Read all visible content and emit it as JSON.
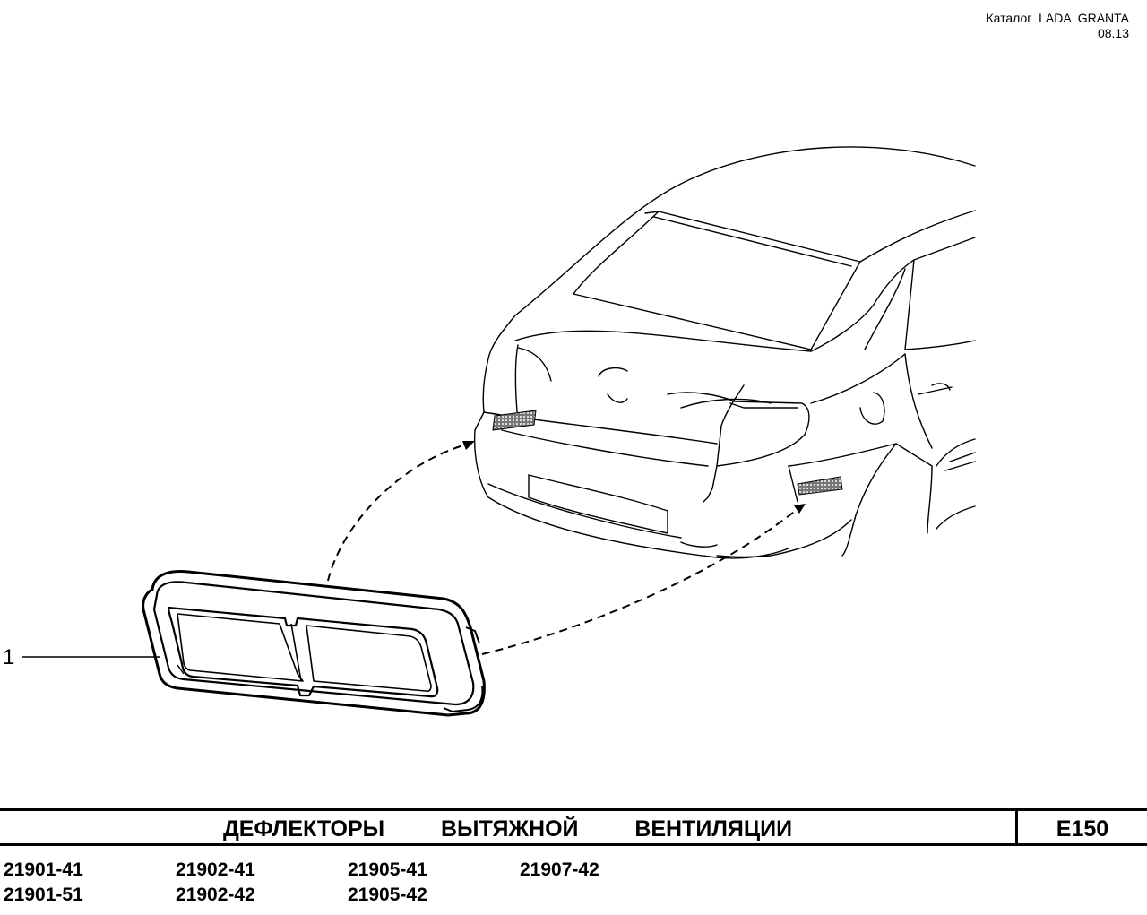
{
  "header": {
    "catalog": "Каталог  LADA  GRANTA",
    "date": "08.13"
  },
  "callouts": [
    {
      "label": "1"
    }
  ],
  "title_bar": {
    "title": "ДЕФЛЕКТОРЫ   ВЫТЯЖНОЙ   ВЕНТИЛЯЦИИ",
    "code": "E150"
  },
  "models": {
    "row1": [
      "21901-41",
      "21902-41",
      "21905-41",
      "21907-42"
    ],
    "row2": [
      "21901-51",
      "21902-42",
      "21905-42"
    ]
  }
}
